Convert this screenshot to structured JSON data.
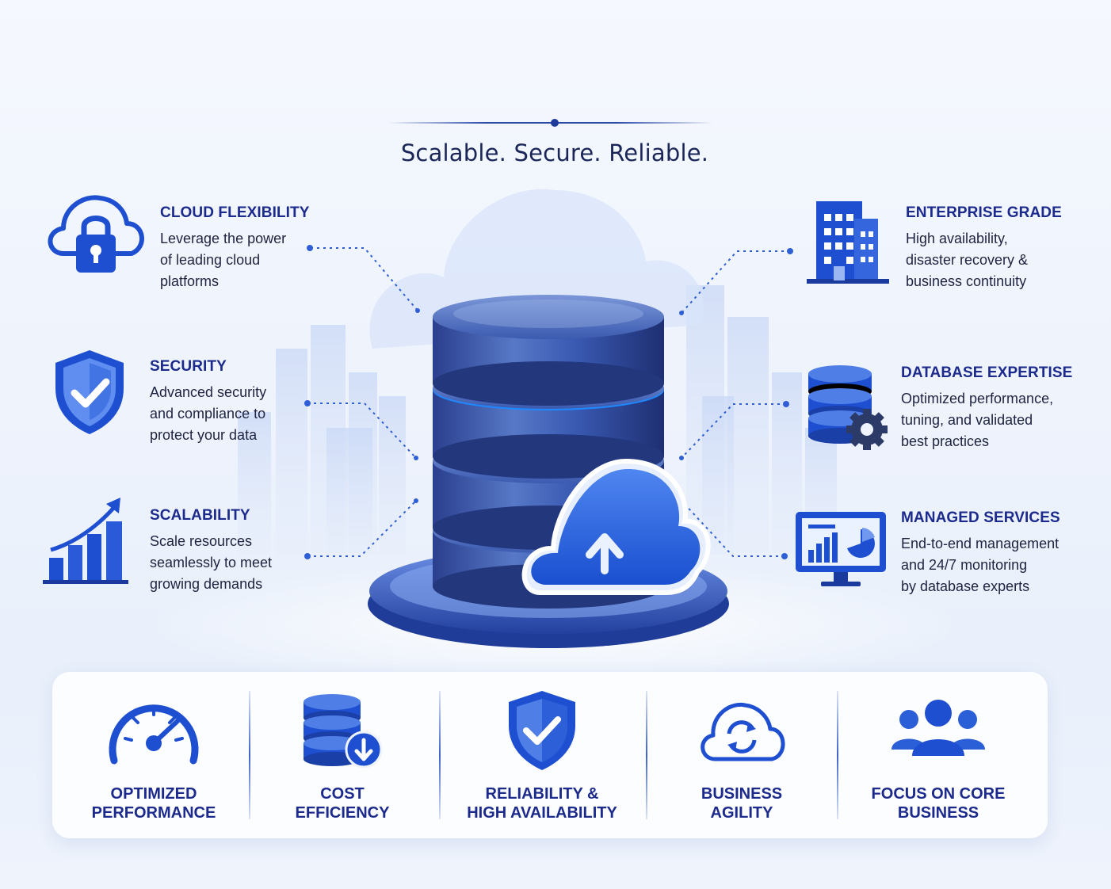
{
  "header": {
    "tagline": "Scalable. Secure. Reliable."
  },
  "features_left": [
    {
      "title": "CLOUD FLEXIBILITY",
      "lines": [
        "Leverage the power",
        "of leading cloud",
        "platforms"
      ],
      "icon": "cloud-lock-icon"
    },
    {
      "title": "SECURITY",
      "lines": [
        "Advanced security",
        "and compliance to",
        "protect your data"
      ],
      "icon": "shield-check-icon"
    },
    {
      "title": "SCALABILITY",
      "lines": [
        "Scale resources",
        "seamlessly to meet",
        "growing demands"
      ],
      "icon": "growth-chart-icon"
    }
  ],
  "features_right": [
    {
      "title": "ENTERPRISE GRADE",
      "lines": [
        "High availability,",
        "disaster recovery &",
        "business continuity"
      ],
      "icon": "office-building-icon"
    },
    {
      "title": "DATABASE EXPERTISE",
      "lines": [
        "Optimized performance,",
        "tuning, and validated",
        "best practices"
      ],
      "icon": "database-gear-icon"
    },
    {
      "title": "MANAGED SERVICES",
      "lines": [
        "End-to-end management",
        "and 24/7 monitoring",
        "by database experts"
      ],
      "icon": "monitor-dashboard-icon"
    }
  ],
  "benefits": [
    {
      "line1": "OPTIMIZED",
      "line2": "PERFORMANCE",
      "icon": "speedometer-icon"
    },
    {
      "line1": "COST",
      "line2": "EFFICIENCY",
      "icon": "database-download-icon"
    },
    {
      "line1": "RELIABILITY &",
      "line2": "HIGH AVAILABILITY",
      "icon": "shield-check-icon"
    },
    {
      "line1": "BUSINESS",
      "line2": "AGILITY",
      "icon": "cloud-sync-icon"
    },
    {
      "line1": "FOCUS ON CORE",
      "line2": "BUSINESS",
      "icon": "team-icon"
    }
  ],
  "colors": {
    "primary": "#1f4fd1",
    "dark": "#1b2a8c",
    "light": "#6f98ee",
    "background": "#eef3fc"
  }
}
